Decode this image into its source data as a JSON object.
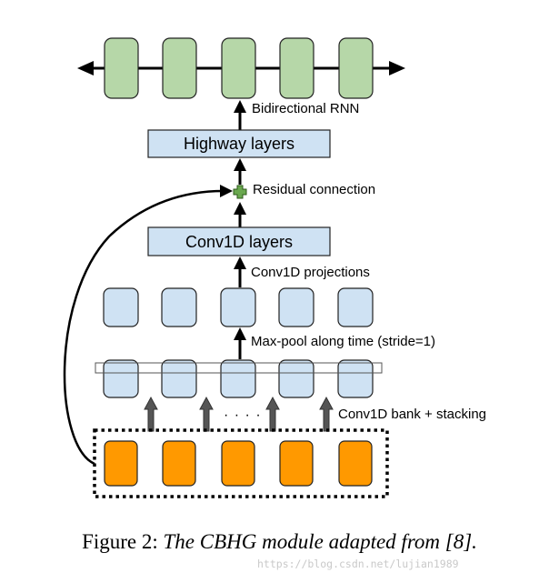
{
  "labels": {
    "bidirectional_rnn": "Bidirectional RNN",
    "highway_layers": "Highway layers",
    "residual_connection": "Residual connection",
    "conv1d_layers": "Conv1D layers",
    "conv1d_projections": "Conv1D projections",
    "maxpool": "Max-pool along time (stride=1)",
    "conv1d_bank": "Conv1D bank + stacking",
    "dots": "· · · ·"
  },
  "caption": {
    "prefix": "Figure 2: ",
    "italic": "The CBHG module adapted from [8]."
  },
  "watermark": "https://blog.csdn.net/lujian1989",
  "colors": {
    "rnn_fill": "#b6d7a8",
    "blue_fill": "#cfe2f3",
    "orange_fill": "#ff9900",
    "dark_stroke": "#222222",
    "arrow_gray": "#555555",
    "residual_plus": "#6aa84f"
  },
  "counts": {
    "rnn_cells": 5,
    "pooled_cells": 5,
    "bank_cells": 5,
    "input_cells": 5,
    "bank_arrows": 4
  }
}
